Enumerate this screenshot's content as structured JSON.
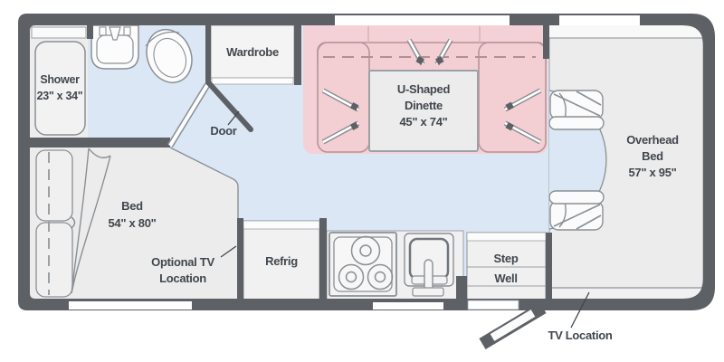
{
  "title": "RV floor plan",
  "colors": {
    "wall": "#5d6166",
    "floor_walkway": "#dbe7f5",
    "dinette_pink": "#f4d1d6",
    "room_gray": "#ececec",
    "fixture_outline": "#8a8f94",
    "label_text": "#41474d"
  },
  "rooms": {
    "shower": {
      "name": "Shower",
      "size": "23\" x 34\""
    },
    "wardrobe": {
      "name": "Wardrobe"
    },
    "door": {
      "name": "Door"
    },
    "dinette": {
      "name_line1": "U-Shaped",
      "name_line2": "Dinette",
      "size": "45\" x 74\""
    },
    "overhead_bed": {
      "name_line1": "Overhead",
      "name_line2": "Bed",
      "size": "57\" x 95\""
    },
    "bed": {
      "name": "Bed",
      "size": "54\" x 80\""
    },
    "optional_tv": {
      "label_line1": "Optional TV",
      "label_line2": "Location"
    },
    "refrig": {
      "name": "Refrig"
    },
    "step_well": {
      "name_line1": "Step",
      "name_line2": "Well"
    },
    "tv_location": {
      "label": "TV Location"
    }
  }
}
